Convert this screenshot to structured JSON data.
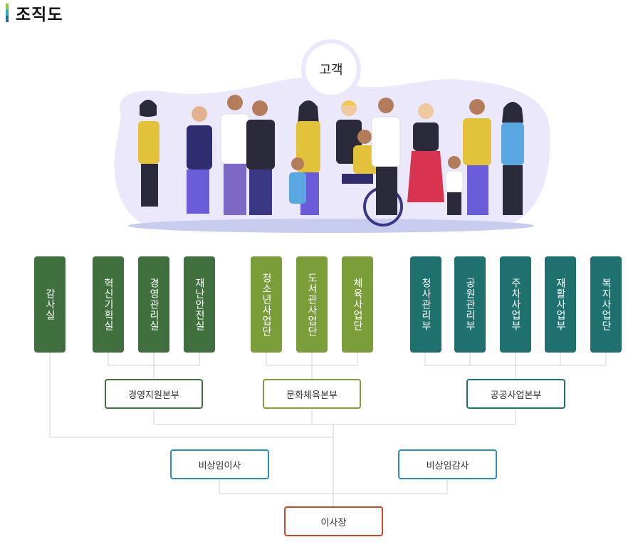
{
  "page": {
    "title": "조직도"
  },
  "customer": {
    "label": "고객"
  },
  "colors": {
    "dark_green": "#41703f",
    "light_green": "#7b9d3a",
    "teal": "#1f7170",
    "blue_border": "#2a8fb3",
    "red_border": "#c8482e"
  },
  "offices": {
    "audit": "감사실",
    "innovation": "혁신기획실",
    "management": "경영관리실",
    "safety": "재난안전실",
    "youth": "청소년사업단",
    "library": "도서관사업단",
    "sports": "체육사업단",
    "cleaning": "청사관리부",
    "park": "공원관리부",
    "parking": "주차사업부",
    "rehab": "재활사업부",
    "welfare": "복지사업단"
  },
  "divisions": {
    "management_support": "경영지원본부",
    "culture_sports": "문화체육본부",
    "public_works": "공공사업본부"
  },
  "board": {
    "nonstanding_director": "비상임이사",
    "nonstanding_auditor": "비상임감사",
    "ceo": "이사장"
  }
}
